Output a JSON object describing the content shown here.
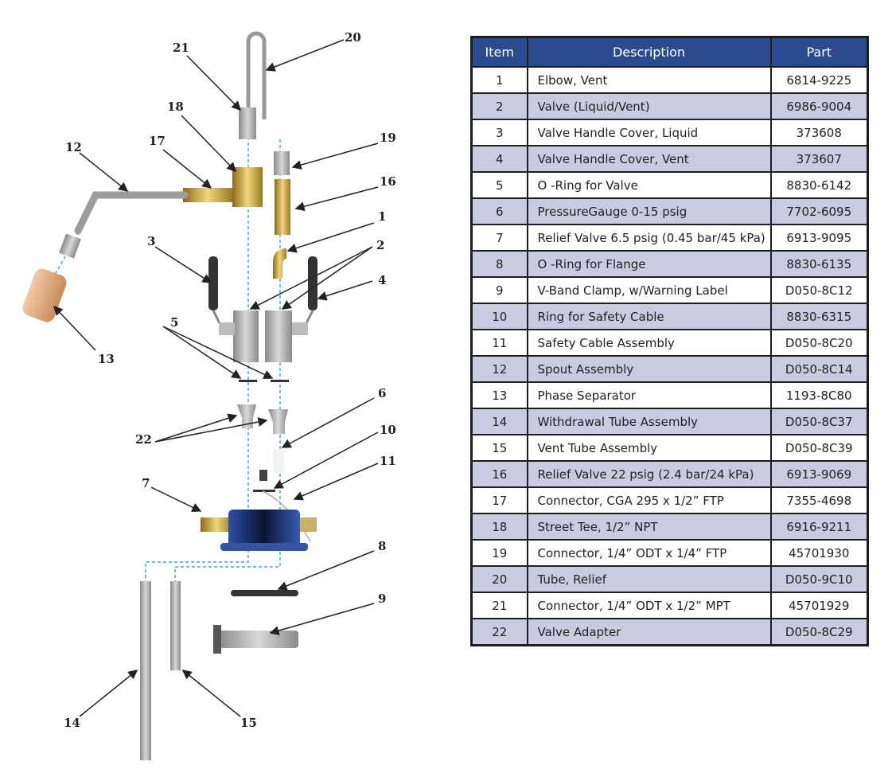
{
  "diagram": {
    "callouts": [
      "1",
      "2",
      "3",
      "4",
      "5",
      "6",
      "7",
      "8",
      "9",
      "10",
      "11",
      "12",
      "13",
      "14",
      "15",
      "16",
      "17",
      "18",
      "19",
      "20",
      "21",
      "22"
    ]
  },
  "table": {
    "headers": {
      "item": "Item",
      "description": "Description",
      "part": "Part"
    },
    "header_color": "#2b4b8e",
    "stripe_color": "#c9cbe0",
    "rows": [
      {
        "item": "1",
        "description": "Elbow, Vent",
        "part": "6814-9225"
      },
      {
        "item": "2",
        "description": "Valve (Liquid/Vent)",
        "part": "6986-9004"
      },
      {
        "item": "3",
        "description": "Valve Handle Cover, Liquid",
        "part": "373608"
      },
      {
        "item": "4",
        "description": "Valve Handle Cover, Vent",
        "part": "373607"
      },
      {
        "item": "5",
        "description": "O -Ring for Valve",
        "part": "8830-6142"
      },
      {
        "item": "6",
        "description": "PressureGauge  0-15  psig",
        "part": "7702-6095"
      },
      {
        "item": "7",
        "description": "Relief Valve 6.5 psig (0.45 bar/45 kPa)",
        "part": "6913-9095"
      },
      {
        "item": "8",
        "description": "O -Ring for Flange",
        "part": "8830-6135"
      },
      {
        "item": "9",
        "description": "V-Band Clamp,  w/Warning Label",
        "part": "D050-8C12"
      },
      {
        "item": "10",
        "description": "Ring for Safety Cable",
        "part": "8830-6315"
      },
      {
        "item": "11",
        "description": "Safety Cable Assembly",
        "part": "D050-8C20"
      },
      {
        "item": "12",
        "description": "Spout Assembly",
        "part": "D050-8C14"
      },
      {
        "item": "13",
        "description": "Phase Separator",
        "part": "1193-8C80"
      },
      {
        "item": "14",
        "description": "Withdrawal Tube Assembly",
        "part": "D050-8C37"
      },
      {
        "item": "15",
        "description": "Vent Tube Assembly",
        "part": "D050-8C39"
      },
      {
        "item": "16",
        "description": "Relief Valve 22  psig (2.4 bar/24 kPa)",
        "part": "6913-9069"
      },
      {
        "item": "17",
        "description": "Connector, CGA  295  x 1/2” FTP",
        "part": "7355-4698"
      },
      {
        "item": "18",
        "description": "Street Tee, 1/2” NPT",
        "part": "6916-9211"
      },
      {
        "item": "19",
        "description": "Connector,  1/4” ODT  x 1/4” FTP",
        "part": "45701930"
      },
      {
        "item": "20",
        "description": "Tube, Relief",
        "part": "D050-9C10"
      },
      {
        "item": "21",
        "description": "Connector,  1/4” ODT  x 1/2” MPT",
        "part": "45701929"
      },
      {
        "item": "22",
        "description": "Valve Adapter",
        "part": "D050-8C29"
      }
    ]
  }
}
